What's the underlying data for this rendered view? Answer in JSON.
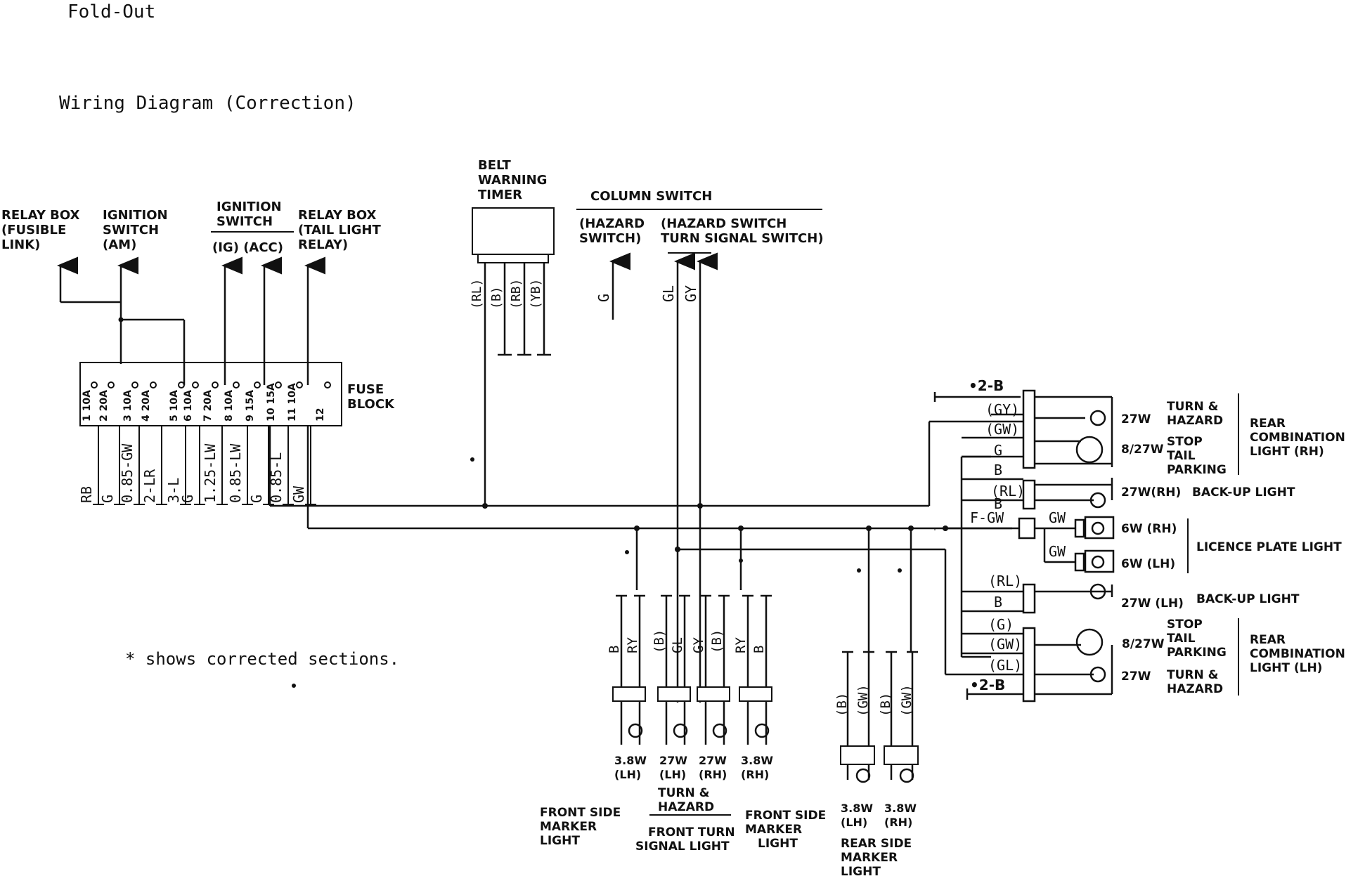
{
  "header": {
    "foldout": "Fold-Out",
    "title": "Wiring Diagram (Correction)",
    "note": "* shows corrected sections."
  },
  "components": {
    "relay_box_fusible": [
      "RELAY BOX",
      "(FUSIBLE",
      "LINK)"
    ],
    "ignition_am": [
      "IGNITION",
      "SWITCH",
      "(AM)"
    ],
    "ignition_ig_acc": [
      "IGNITION",
      "SWITCH",
      "(IG)  (ACC)"
    ],
    "relay_box_tail": [
      "RELAY BOX",
      "(TAIL LIGHT",
      "RELAY)"
    ],
    "belt_timer": [
      "BELT",
      "WARNING",
      "TIMER"
    ],
    "column_switch": "COLUMN SWITCH",
    "hazard_switch": [
      "(HAZARD",
      "SWITCH)"
    ],
    "hazard_turn_switch": [
      "(HAZARD SWITCH",
      "TURN SIGNAL SWITCH)"
    ],
    "fuse_block": [
      "FUSE",
      "BLOCK"
    ],
    "rear_combo_rh": [
      "REAR",
      "COMBINATION",
      "LIGHT (RH)"
    ],
    "rear_combo_lh": [
      "REAR",
      "COMBINATION",
      "LIGHT (LH)"
    ],
    "licence_plate": "LICENCE PLATE LIGHT",
    "front_side_marker_lh": [
      "FRONT SIDE",
      "MARKER",
      "LIGHT"
    ],
    "front_side_marker_rh": [
      "FRONT SIDE",
      "MARKER",
      "LIGHT"
    ],
    "turn_hazard_front": [
      "TURN &",
      "HAZARD"
    ],
    "front_turn_signal": [
      "FRONT TURN",
      "SIGNAL LIGHT"
    ],
    "rear_side_marker": [
      "REAR SIDE",
      "MARKER",
      "LIGHT"
    ]
  },
  "fuses": [
    "1 10A",
    "2 20A",
    "3 10A",
    "4 20A",
    "5 10A",
    "6 10A",
    "7 20A",
    "8 10A",
    "9 15A",
    "10 15A",
    "11 10A",
    "12"
  ],
  "fuse_wires": [
    "RB",
    "G",
    "0.85-GW",
    "2-LR",
    "3-L",
    "G",
    "1.25-LW",
    "0.85-LW",
    "G",
    "0.85-L",
    "GW"
  ],
  "belt_wires": [
    "(RL)",
    "(B)",
    "(RB)",
    "(YB)"
  ],
  "switch_wires": [
    "G",
    "GL",
    "GY"
  ],
  "rear_rh": {
    "ground": "2-B",
    "wires": [
      "(GY)",
      "(GW)",
      "G",
      "B",
      "(RL)",
      "B"
    ],
    "bulbs": [
      {
        "watt": "27W",
        "desc": [
          "TURN &",
          "HAZARD"
        ]
      },
      {
        "watt": "8/27W",
        "desc": [
          "STOP",
          "TAIL",
          "PARKING"
        ]
      },
      {
        "watt": "27W(RH)",
        "desc": [
          "BACK-UP LIGHT"
        ]
      }
    ]
  },
  "licence": {
    "feed": "F-GW",
    "wires": [
      "GW",
      "GW"
    ],
    "bulbs": [
      "6W (RH)",
      "6W (LH)"
    ]
  },
  "rear_lh": {
    "ground": "2-B",
    "wires": [
      "(RL)",
      "B",
      "(G)",
      "(GW)",
      "(GL)"
    ],
    "bulbs": [
      {
        "watt": "27W (LH)",
        "desc": [
          "BACK-UP LIGHT"
        ]
      },
      {
        "watt": "8/27W",
        "desc": [
          "STOP",
          "TAIL",
          "PARKING"
        ]
      },
      {
        "watt": "27W",
        "desc": [
          "TURN &",
          "HAZARD"
        ]
      }
    ]
  },
  "front_lights": [
    {
      "wires": [
        "B",
        "RY"
      ],
      "watt": "3.8W",
      "side": "(LH)"
    },
    {
      "wires": [
        "(B)",
        "GL"
      ],
      "watt": "27W",
      "side": "(LH)"
    },
    {
      "wires": [
        "GY",
        "(B)"
      ],
      "watt": "27W",
      "side": "(RH)"
    },
    {
      "wires": [
        "RY",
        "B"
      ],
      "watt": "3.8W",
      "side": "(RH)"
    }
  ],
  "rear_side_lights": [
    {
      "wires": [
        "(B)",
        "(GW)"
      ],
      "watt": "3.8W",
      "side": "(LH)"
    },
    {
      "wires": [
        "(B)",
        "(GW)"
      ],
      "watt": "3.8W",
      "side": "(RH)"
    }
  ]
}
